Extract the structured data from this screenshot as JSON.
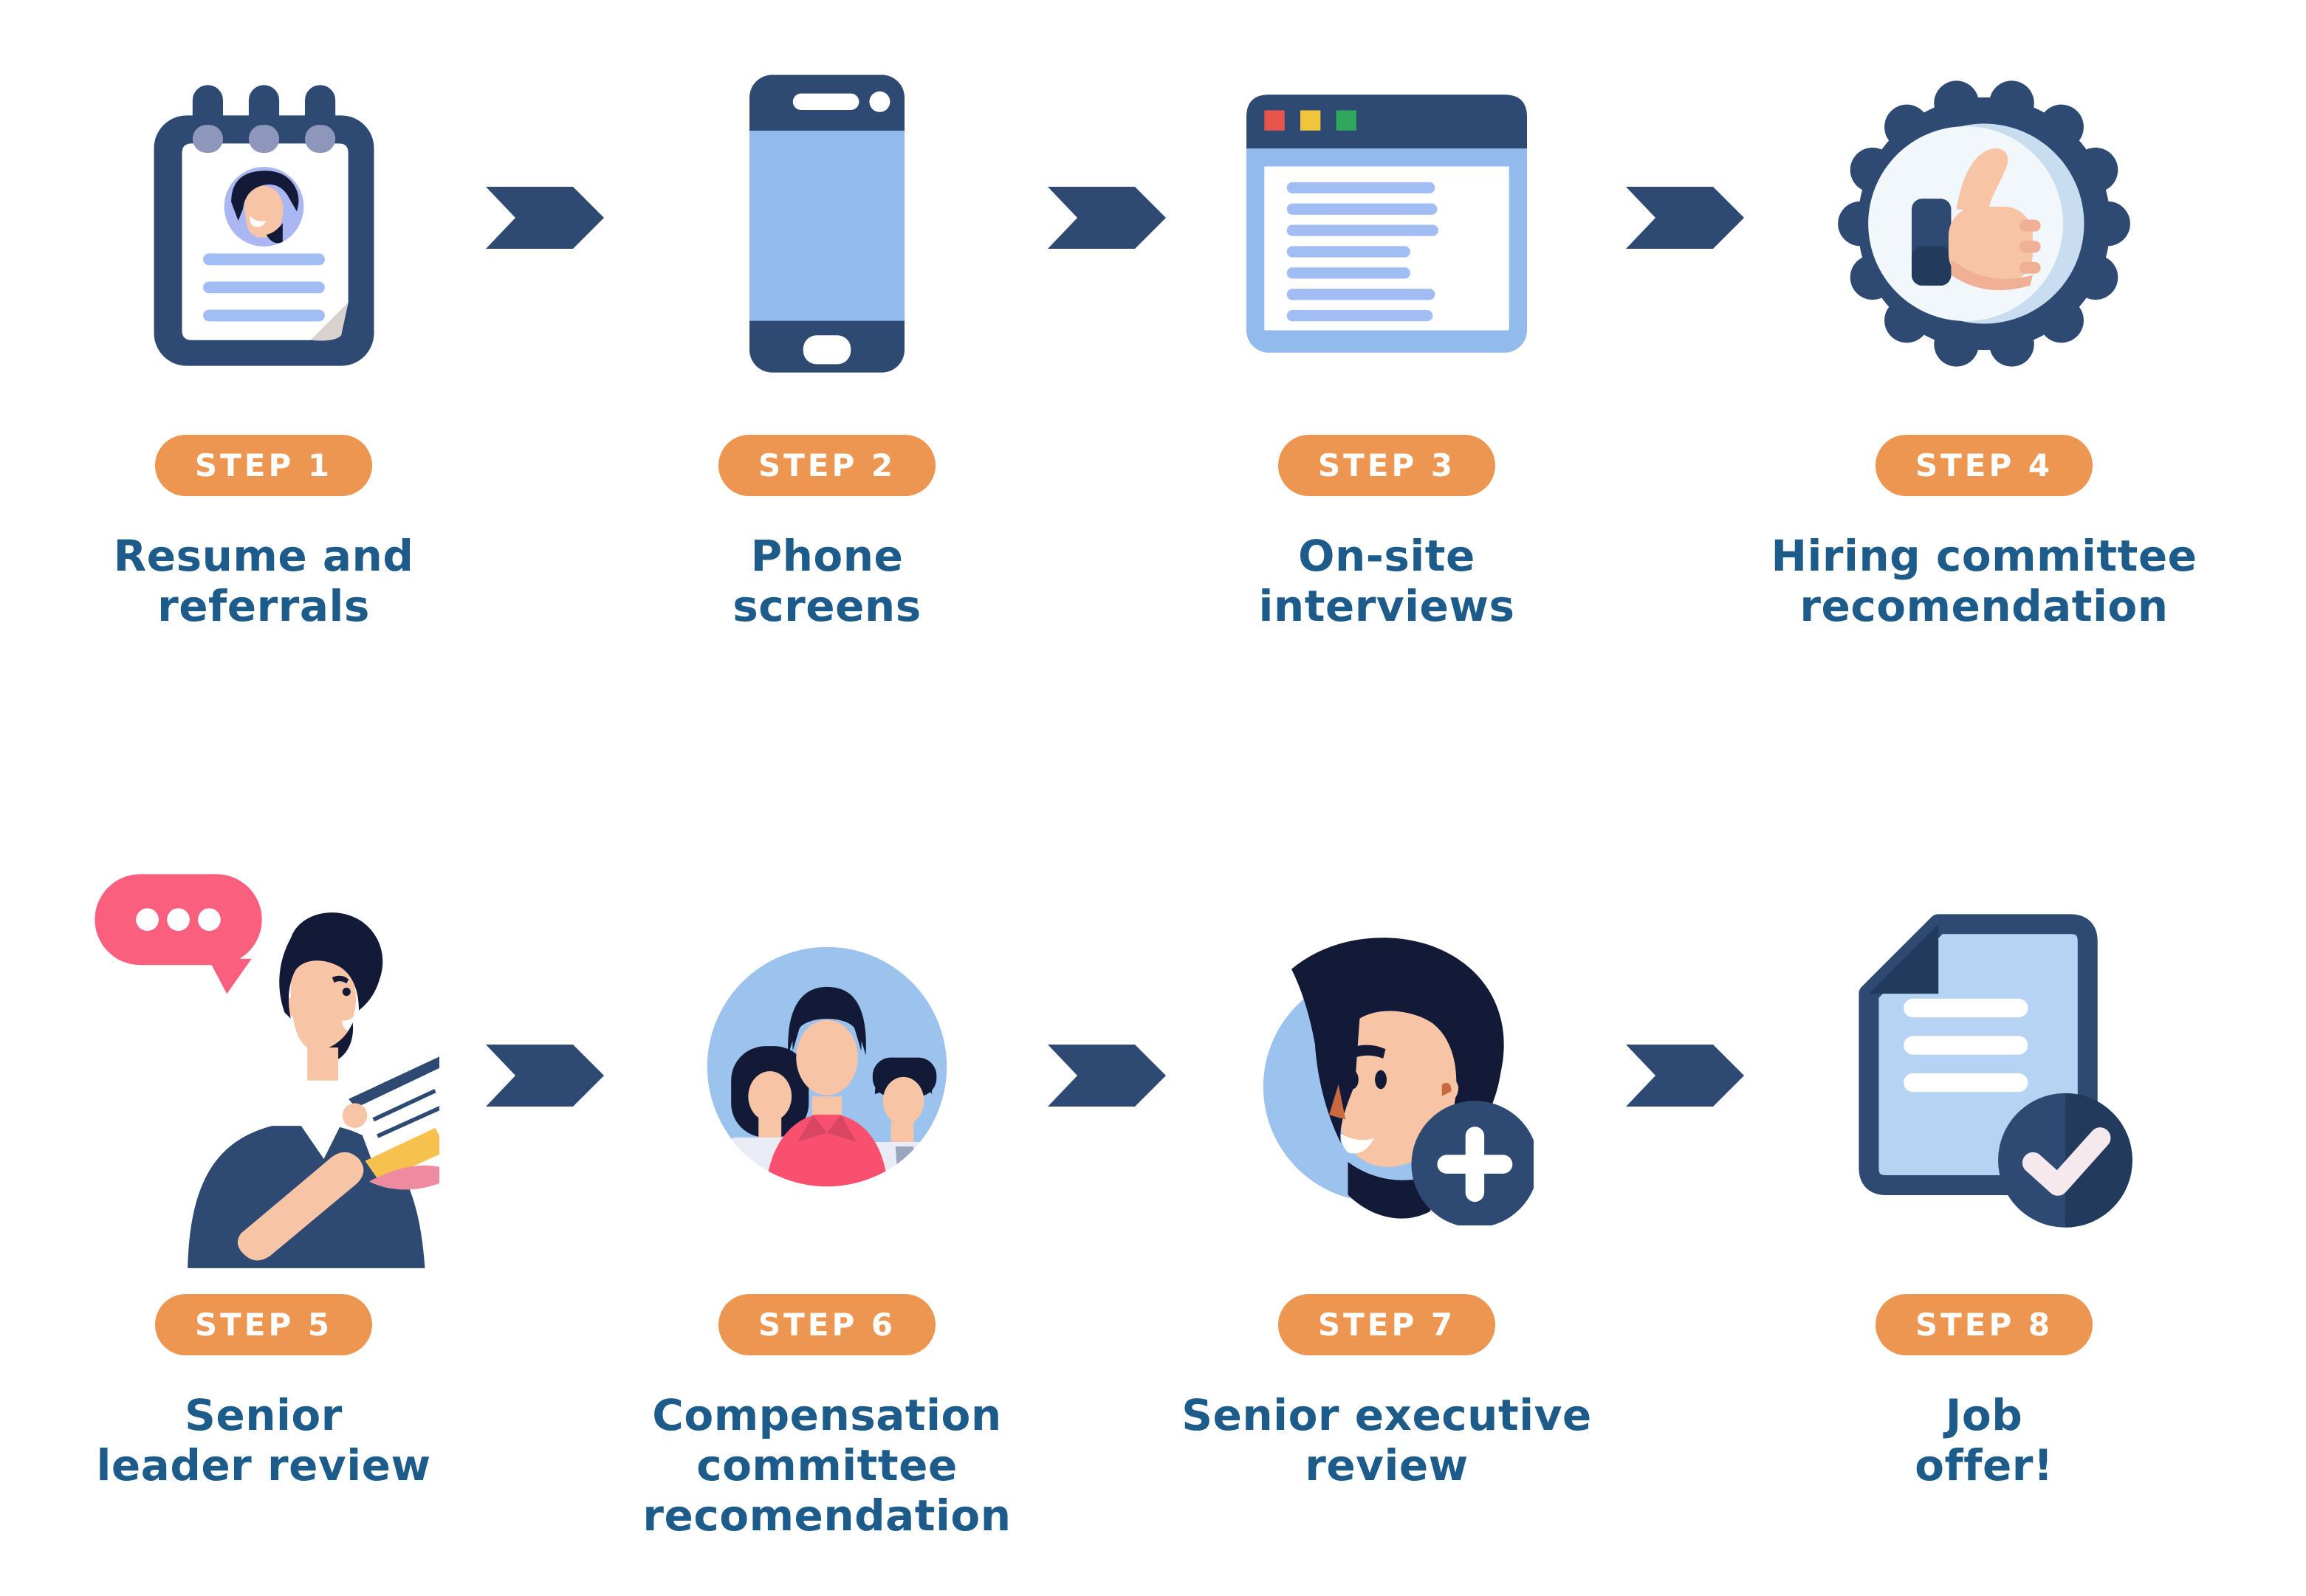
{
  "colors": {
    "navy": "#2e4a72",
    "navy_dark": "#223a5c",
    "hair": "#131a38",
    "title_blue": "#1d5c8a",
    "badge_orange": "#ec9651",
    "light_blue": "#93baec",
    "circle_blue": "#9cc2ee",
    "periwinkle": "#a2bcf4",
    "avatar_periwinkle": "#aab7f2",
    "ring_gray": "#8e97bb",
    "pink": "#fa5f7e",
    "shirt_pink": "#f9506f",
    "shirt_pink_dark": "#d94663",
    "skin": "#f7c4a6",
    "skin_shadow": "#efb096",
    "nose_orange": "#c96a3e",
    "fold_gray": "#d9d2ce",
    "doc_blue": "#b7d3f3",
    "browser_red": "#e8554c",
    "browser_yellow": "#f0c53c",
    "browser_green": "#2fa85c",
    "badge_inner": "#f2f7fc",
    "badge_crescent": "#c9ddf1",
    "check_white": "#f6e9ee",
    "shirt_white": "#e9ecf5",
    "tie_gray": "#9aa6bd",
    "paper_yellow": "#f6c14c",
    "hand_pink": "#ef8ba1",
    "white": "#ffffff"
  },
  "steps": [
    {
      "badge": "STEP 1",
      "title_lines": [
        "Resume and",
        "referrals"
      ],
      "icon": "resume-notepad"
    },
    {
      "badge": "STEP 2",
      "title_lines": [
        "Phone",
        "screens"
      ],
      "icon": "phone"
    },
    {
      "badge": "STEP 3",
      "title_lines": [
        "On-site",
        "interviews"
      ],
      "icon": "browser-window"
    },
    {
      "badge": "STEP 4",
      "title_lines": [
        "Hiring committee",
        "recomendation"
      ],
      "icon": "thumbs-up-badge"
    },
    {
      "badge": "STEP 5",
      "title_lines": [
        "Senior",
        "leader review"
      ],
      "icon": "reviewer-person"
    },
    {
      "badge": "STEP 6",
      "title_lines": [
        "Compensation",
        "committee",
        "recomendation"
      ],
      "icon": "committee-group"
    },
    {
      "badge": "STEP 7",
      "title_lines": [
        "Senior executive",
        "review"
      ],
      "icon": "executive-person-add"
    },
    {
      "badge": "STEP 8",
      "title_lines": [
        "Job",
        "offer!"
      ],
      "icon": "job-offer-document"
    }
  ]
}
